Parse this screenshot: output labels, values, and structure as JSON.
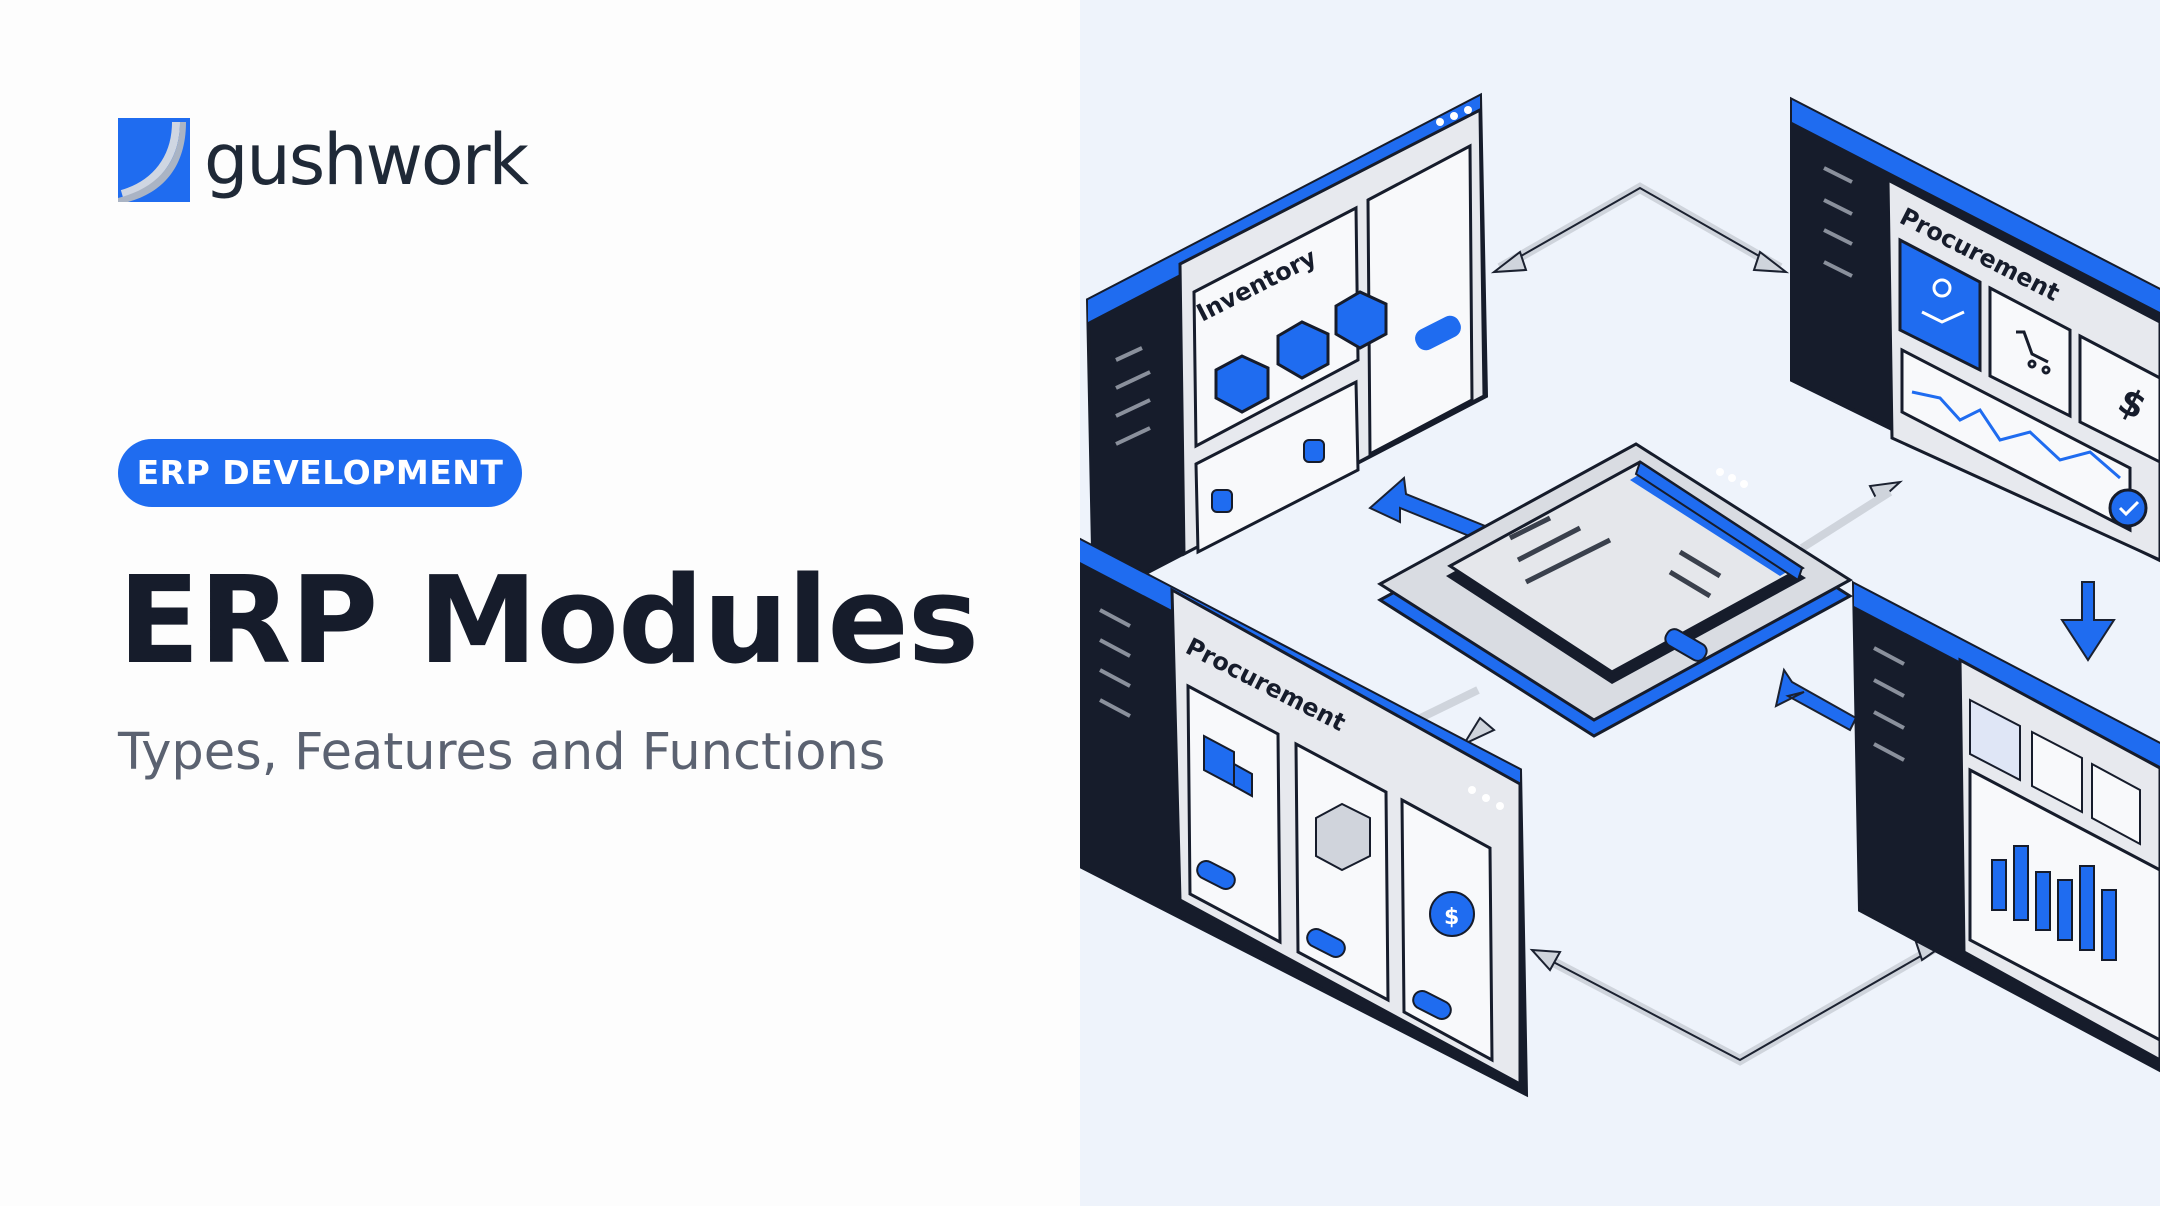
{
  "brand": {
    "name": "gushwork",
    "accent": "#1f6cf0",
    "dark": "#161c2b"
  },
  "tag": {
    "label": "ERP DEVELOPMENT"
  },
  "headline": {
    "title": "ERP Modules",
    "subtitle": "Types, Features and Functions"
  },
  "illustration": {
    "panels": [
      {
        "label": "Inventory"
      },
      {
        "label": "Procurement"
      },
      {
        "label": "Procurement"
      }
    ],
    "icons": [
      "box-icon",
      "hand-coin-icon",
      "cart-icon",
      "dollar-icon",
      "check-icon",
      "truck-icon",
      "money-bag-icon"
    ]
  }
}
